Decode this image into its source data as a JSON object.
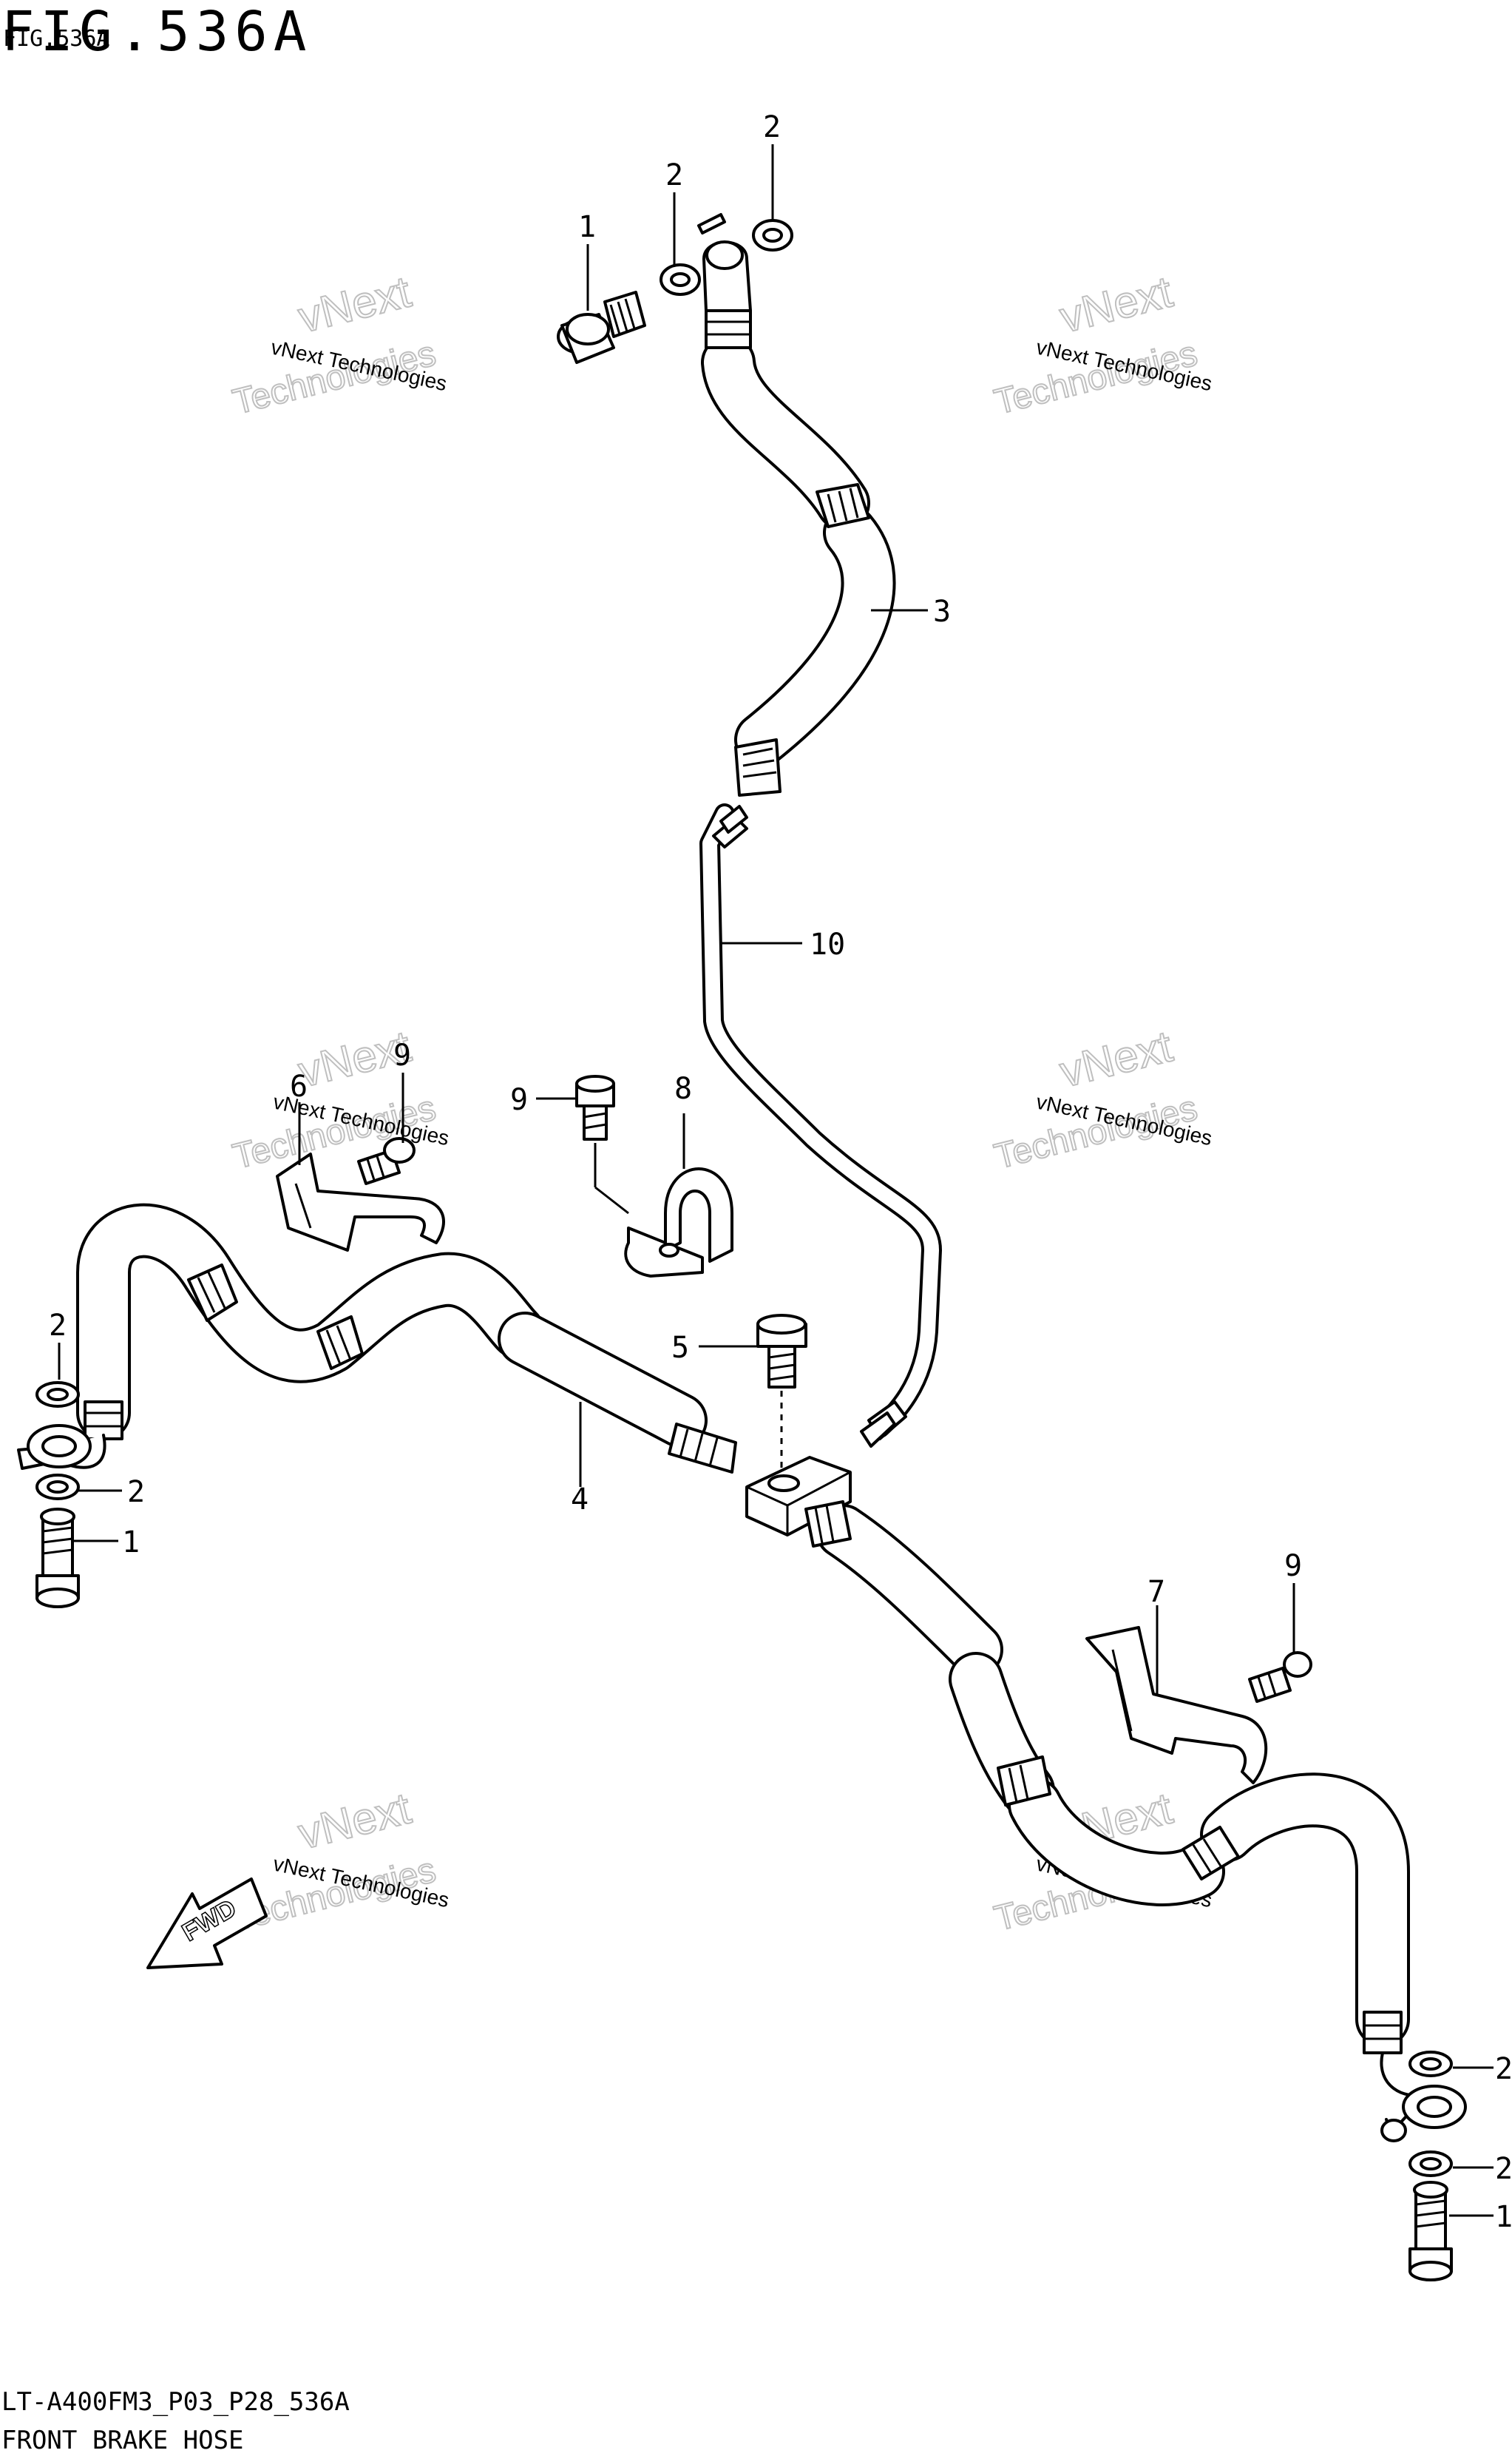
{
  "figure": {
    "title": "FIG.536A",
    "title_overlay": "FIG.536A",
    "code": "LT-A400FM3_P03_P28_536A",
    "name": "FRONT BRAKE HOSE"
  },
  "watermark": {
    "line1": "vNext Technologies",
    "line2": "vNext",
    "line3": "Technologies"
  },
  "direction_marker": {
    "label": "FWD"
  },
  "callouts": {
    "c1a": "1",
    "c2a": "2",
    "c2b": "2",
    "c3": "3",
    "c10": "10",
    "c9a": "9",
    "c6": "6",
    "c9b": "9",
    "c8": "8",
    "c2c": "2",
    "c2d": "2",
    "c1b": "1",
    "c4": "4",
    "c5": "5",
    "c7": "7",
    "c9c": "9",
    "c2e": "2",
    "c2f": "2",
    "c1c": "1"
  }
}
